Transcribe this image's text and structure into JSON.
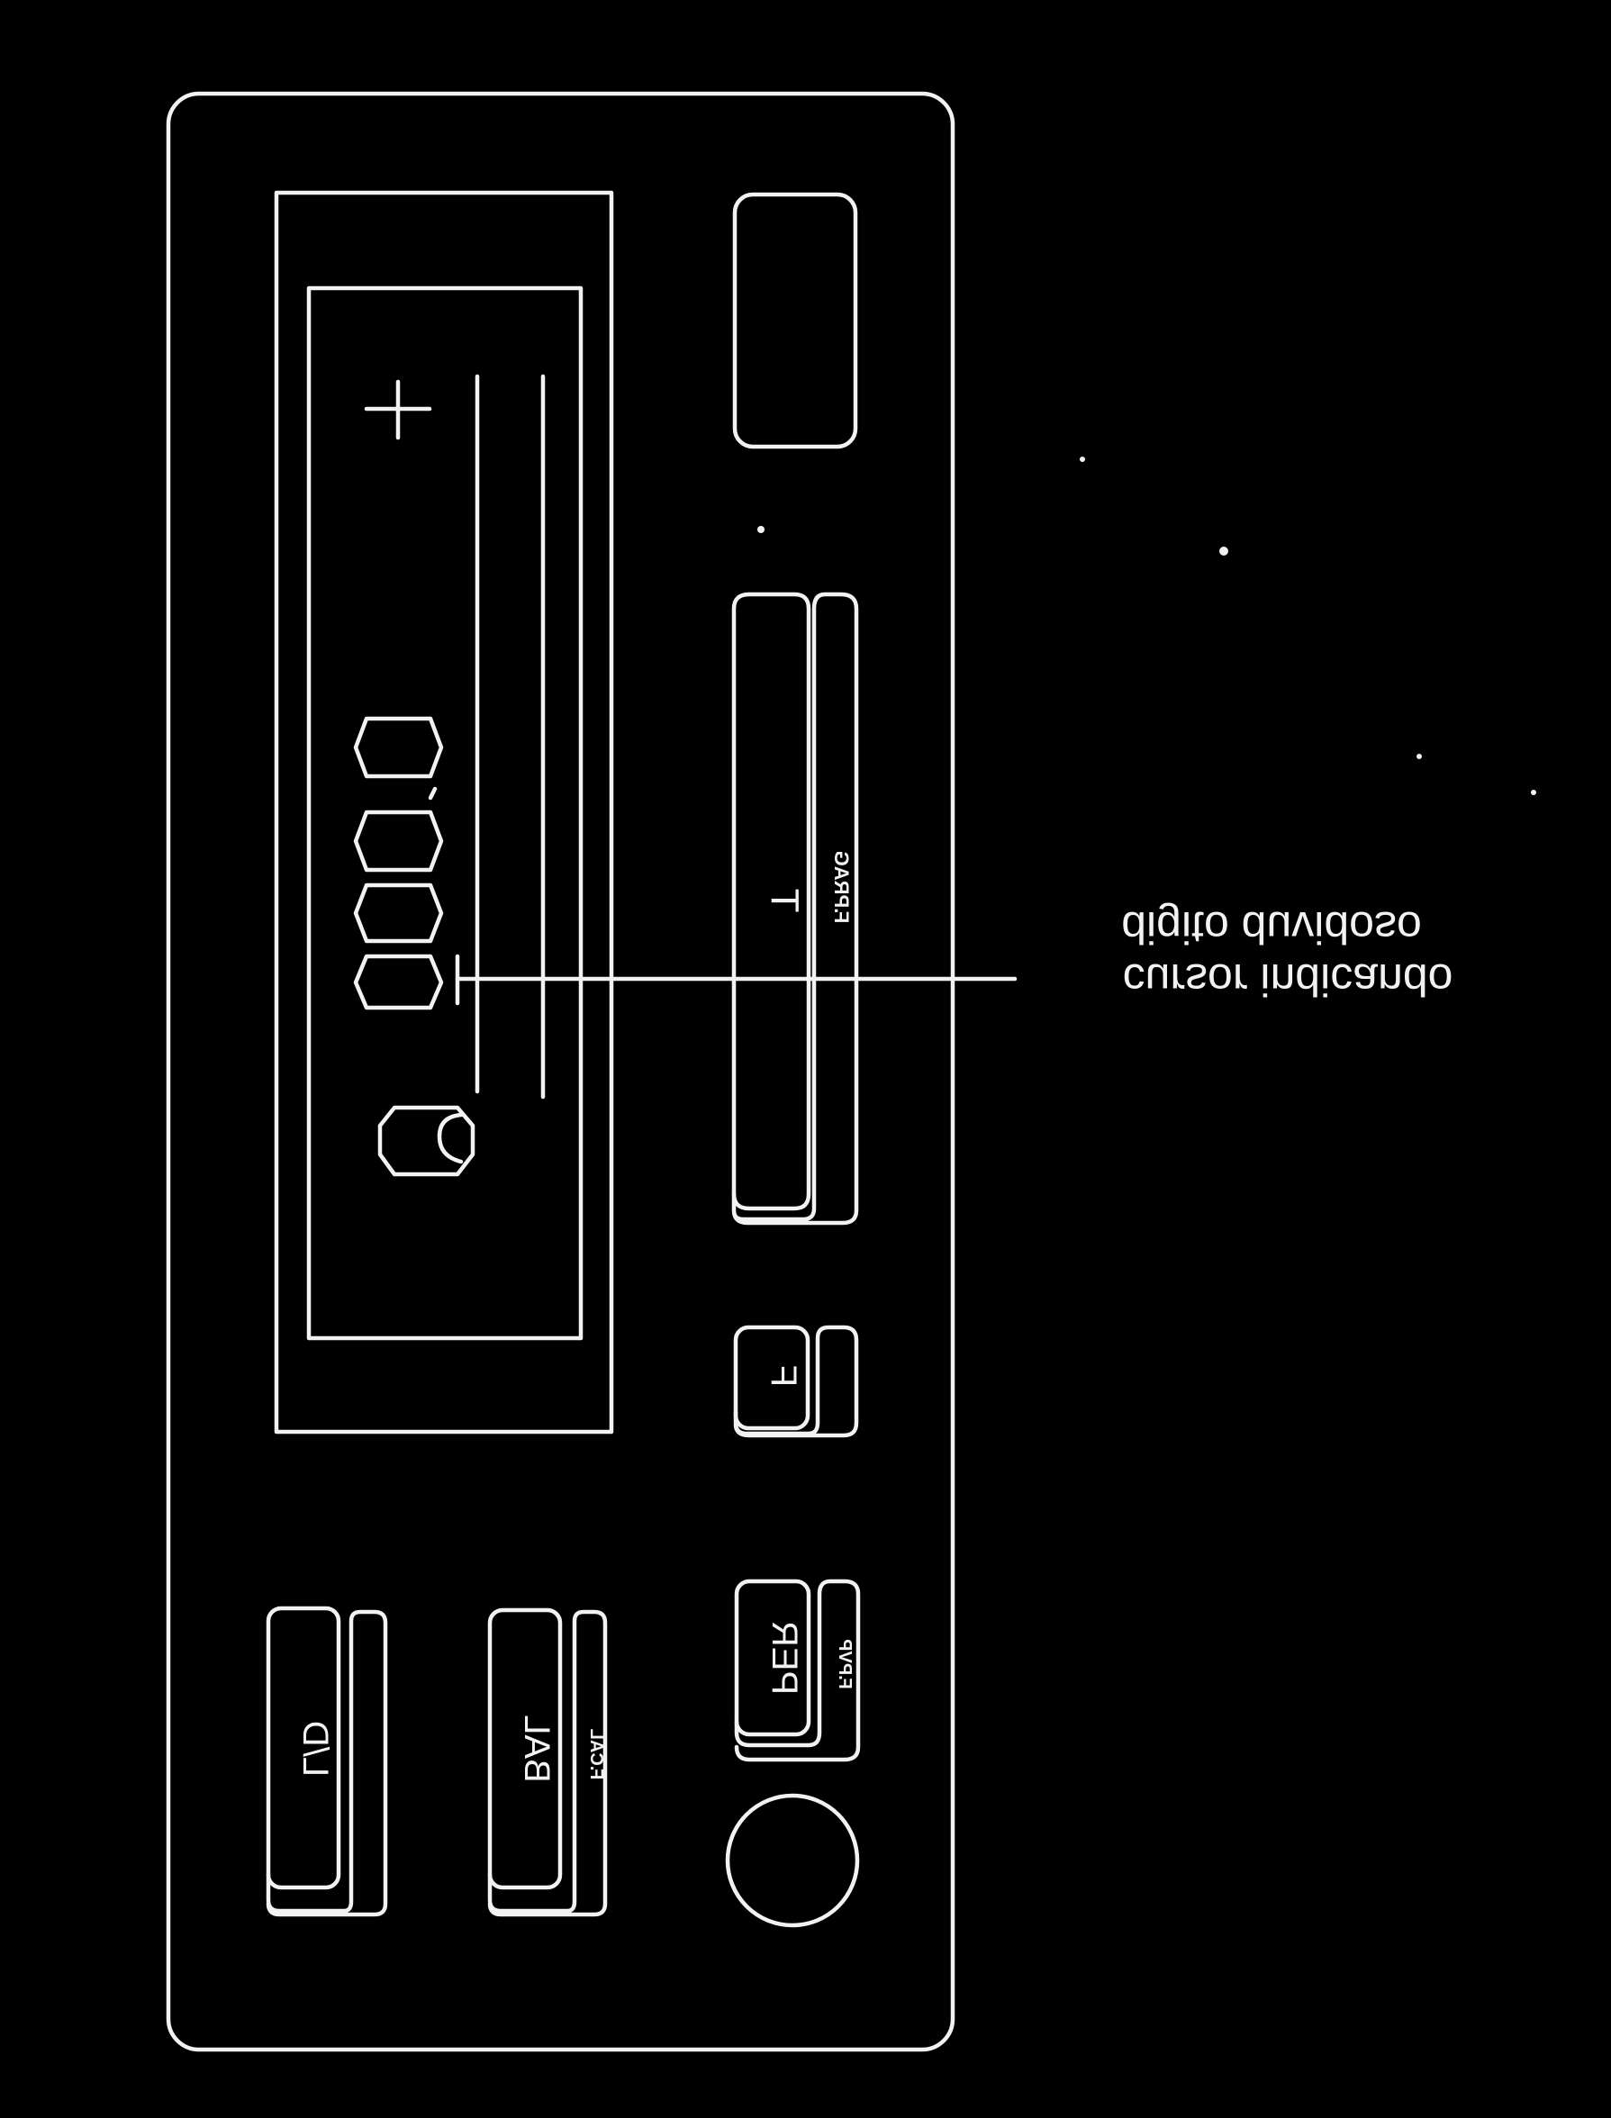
{
  "display": {
    "sign": "+",
    "unit_glyph": "g",
    "digits": [
      "0",
      "0",
      "0",
      "0"
    ],
    "decimal_mark": ","
  },
  "keys": {
    "tare_label": "T",
    "tare_fn_label": "F.PRAG",
    "f_label": "F",
    "per_label": "PER",
    "per_fn_label": "F.PVP",
    "bal_label": "BAL",
    "bal_fn_label": "F.CAL",
    "ld_label": "L/D"
  },
  "annotation": {
    "line1": "cursor indicando",
    "line2": "digito duvidoso"
  },
  "colors": {
    "background": "#000000",
    "line": "#f2f2f2"
  }
}
